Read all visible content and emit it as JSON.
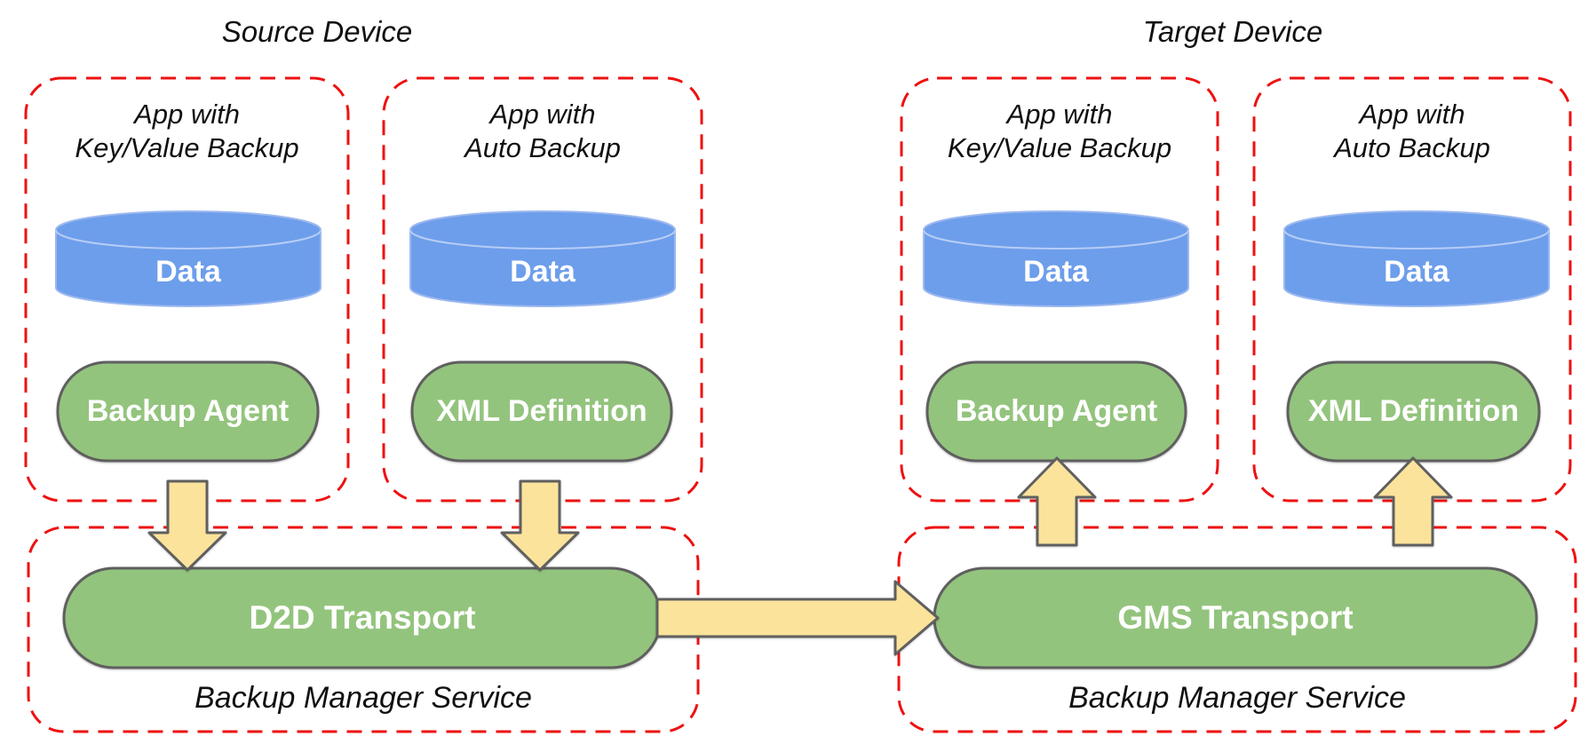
{
  "diagram": {
    "source": {
      "title": "Source Device",
      "apps": [
        {
          "label": "App with\nKey/Value Backup",
          "data_label": "Data",
          "component": "Backup Agent"
        },
        {
          "label": "App with\nAuto Backup",
          "data_label": "Data",
          "component": "XML Definition"
        }
      ],
      "service": {
        "transport": "D2D Transport",
        "label": "Backup Manager Service"
      }
    },
    "target": {
      "title": "Target Device",
      "apps": [
        {
          "label": "App with\nKey/Value Backup",
          "data_label": "Data",
          "component": "Backup Agent"
        },
        {
          "label": "App with\nAuto Backup",
          "data_label": "Data",
          "component": "XML Definition"
        }
      ],
      "service": {
        "transport": "GMS Transport",
        "label": "Backup Manager Service"
      }
    }
  },
  "colors": {
    "boundary_red": "#ee1111",
    "data_blue": "#6d9eeb",
    "component_green": "#93c47d",
    "arrow_yellow": "#fbe39b",
    "outline_gray": "#5f5f5f",
    "text_white": "#ffffff",
    "text_black": "#111111"
  }
}
